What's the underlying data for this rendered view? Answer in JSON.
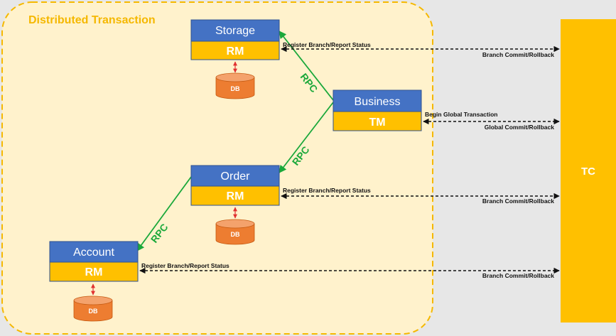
{
  "boundary": {
    "title": "Distributed Transaction"
  },
  "coordinator": {
    "label": "TC"
  },
  "services": {
    "storage": {
      "name": "Storage",
      "role": "RM",
      "db": "DB"
    },
    "business": {
      "name": "Business",
      "role": "TM"
    },
    "order": {
      "name": "Order",
      "role": "RM",
      "db": "DB"
    },
    "account": {
      "name": "Account",
      "role": "RM",
      "db": "DB"
    }
  },
  "connections": {
    "rpc_label": "RPC",
    "register_label": "Register Branch/Report Status",
    "branch_commit_label": "Branch Commit/Rollback",
    "begin_label": "Begin Global Transaction",
    "global_commit_label": "Global Commit/Rollback"
  },
  "colors": {
    "service_header": "#4472c4",
    "role_fill": "#ffc000",
    "db_fill": "#ed7d31",
    "tc_fill": "#ffc000",
    "boundary_fill": "#fff2cc",
    "boundary_stroke": "#f5b800",
    "rpc_line": "#1aa83a",
    "db_link": "#e03030"
  }
}
